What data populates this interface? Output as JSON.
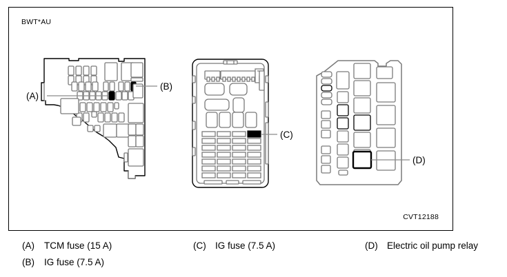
{
  "figure": {
    "code": "BWT*AU",
    "id": "CVT12188",
    "callouts": {
      "a": "(A)",
      "b": "(B)",
      "c": "(C)",
      "d": "(D)"
    }
  },
  "legend": {
    "items": [
      {
        "key": "(A)",
        "text": "TCM fuse (15 A)",
        "column": 1,
        "row": 1
      },
      {
        "key": "(B)",
        "text": "IG fuse (7.5 A)",
        "column": 1,
        "row": 2
      },
      {
        "key": "(C)",
        "text": "IG fuse (7.5 A)",
        "column": 2,
        "row": 1
      },
      {
        "key": "(D)",
        "text": "Electric oil pump relay",
        "column": 3,
        "row": 1
      }
    ]
  },
  "diagram": {
    "type": "technical-line-drawing",
    "subject": "Vehicle fuse and relay box locations",
    "panels": [
      {
        "name": "main-fuse-box",
        "callouts": [
          "(A)",
          "(B)"
        ],
        "highlighted_parts": [
          {
            "callout": "(A)",
            "part": "TCM fuse (15 A)",
            "style": "filled-black"
          },
          {
            "callout": "(B)",
            "part": "IG fuse (7.5 A)",
            "style": "filled-black"
          }
        ]
      },
      {
        "name": "joint-box",
        "callouts": [
          "(C)"
        ],
        "grid": {
          "columns": 5,
          "rows": 8
        },
        "highlighted_parts": [
          {
            "callout": "(C)",
            "part": "IG fuse (7.5 A)",
            "style": "filled-black",
            "grid_position": {
              "row": 1,
              "column": 4
            }
          }
        ]
      },
      {
        "name": "relay-box",
        "callouts": [
          "(D)"
        ],
        "highlighted_parts": [
          {
            "callout": "(D)",
            "part": "Electric oil pump relay",
            "style": "thick-outline"
          }
        ]
      }
    ]
  },
  "colors": {
    "line": "#7a7a7a",
    "line_dark": "#000000",
    "fill": "#ffffff",
    "highlight": "#000000",
    "border": "#000000"
  }
}
